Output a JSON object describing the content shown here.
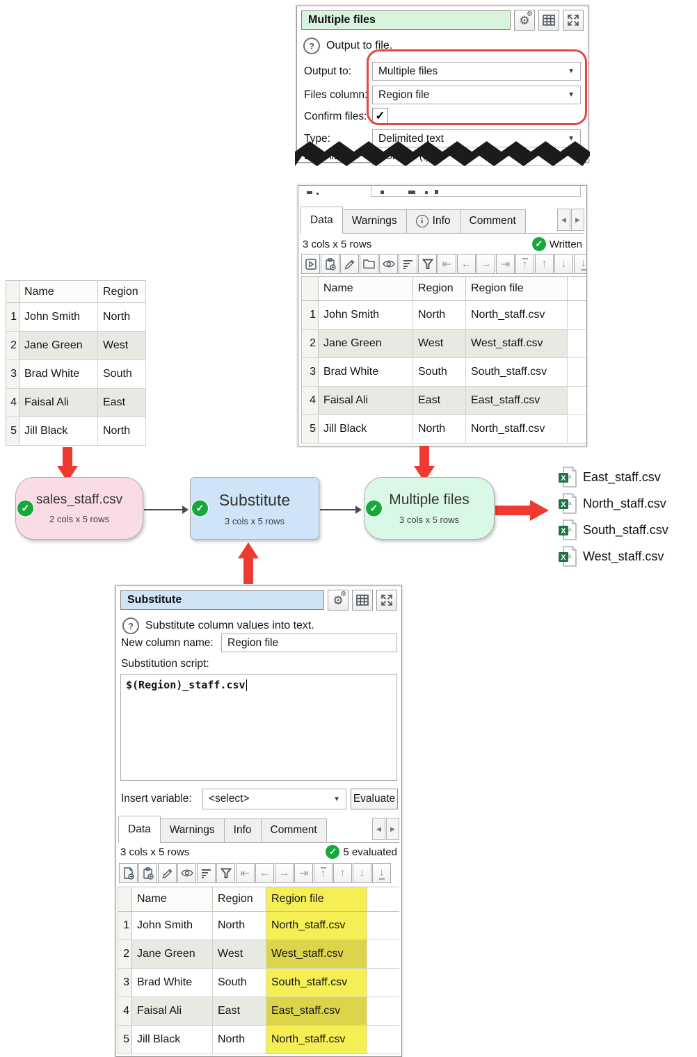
{
  "colors": {
    "accent_red": "#ee3a31",
    "check_green": "#17a83b",
    "highlight_yellow": "#f5ee54",
    "node_pink": "#fadce7",
    "node_blue": "#cfe4f8",
    "node_green": "#d9f8e6",
    "title_green": "#d9f3dc",
    "title_blue": "#cfe5f7"
  },
  "output_panel": {
    "title": "Multiple files",
    "help_text": "Output to file.",
    "titlebar_icons": [
      "settings-gears",
      "grid-view",
      "expand"
    ],
    "output_to_label": "Output to:",
    "output_to_value": "Multiple files",
    "files_column_label": "Files column:",
    "files_column_value": "Region file",
    "confirm_label": "Confirm files:",
    "type_label": "Type:",
    "type_value": "Delimited text",
    "delimiter_label": "Delimiter:",
    "delimiter_value": "Comma (,)"
  },
  "output_data_panel": {
    "tabs": [
      "Data",
      "Warnings",
      "Info",
      "Comment"
    ],
    "size_text": "3 cols x 5 rows",
    "status_text": "Written",
    "toolbar_icons": [
      "play",
      "paste",
      "edit",
      "folder",
      "eye",
      "sort",
      "filter",
      "first",
      "prev",
      "next",
      "last",
      "top",
      "up",
      "down",
      "bottom"
    ],
    "table": {
      "headers": [
        "Name",
        "Region",
        "Region file"
      ],
      "rows": [
        [
          "1",
          "John Smith",
          "North",
          "North_staff.csv"
        ],
        [
          "2",
          "Jane Green",
          "West",
          "West_staff.csv"
        ],
        [
          "3",
          "Brad White",
          "South",
          "South_staff.csv"
        ],
        [
          "4",
          "Faisal Ali",
          "East",
          "East_staff.csv"
        ],
        [
          "5",
          "Jill Black",
          "North",
          "North_staff.csv"
        ]
      ]
    }
  },
  "left_table": {
    "headers": [
      "Name",
      "Region"
    ],
    "rows": [
      [
        "1",
        "John Smith",
        "North"
      ],
      [
        "2",
        "Jane Green",
        "West"
      ],
      [
        "3",
        "Brad White",
        "South"
      ],
      [
        "4",
        "Faisal Ali",
        "East"
      ],
      [
        "5",
        "Jill Black",
        "North"
      ]
    ]
  },
  "flow": {
    "input_node": {
      "title": "sales_staff.csv",
      "subtitle": "2 cols x 5 rows"
    },
    "transform_node": {
      "title": "Substitute",
      "subtitle": "3 cols x 5 rows"
    },
    "output_node": {
      "title": "Multiple files",
      "subtitle": "3 cols x 5 rows"
    },
    "output_files": [
      "East_staff.csv",
      "North_staff.csv",
      "South_staff.csv",
      "West_staff.csv"
    ]
  },
  "substitute_panel": {
    "title": "Substitute",
    "help_text": "Substitute column values into text.",
    "titlebar_icons": [
      "settings-gears",
      "grid-view",
      "expand"
    ],
    "new_column_label": "New column name:",
    "new_column_value": "Region file",
    "script_label": "Substitution script:",
    "script_value": "$(Region)_staff.csv",
    "insert_variable_label": "Insert variable:",
    "insert_variable_value": "<select>",
    "evaluate_label": "Evaluate",
    "tabs": [
      "Data",
      "Warnings",
      "Info",
      "Comment"
    ],
    "size_text": "3 cols x 5 rows",
    "status_text": "5 evaluated",
    "toolbar_icons": [
      "new-file",
      "paste",
      "edit",
      "eye",
      "sort",
      "filter",
      "first",
      "prev",
      "next",
      "last",
      "top",
      "up",
      "down",
      "bottom"
    ],
    "table": {
      "headers": [
        "Name",
        "Region",
        "Region file"
      ],
      "rows": [
        [
          "1",
          "John Smith",
          "North",
          "North_staff.csv"
        ],
        [
          "2",
          "Jane Green",
          "West",
          "West_staff.csv"
        ],
        [
          "3",
          "Brad White",
          "South",
          "South_staff.csv"
        ],
        [
          "4",
          "Faisal Ali",
          "East",
          "East_staff.csv"
        ],
        [
          "5",
          "Jill Black",
          "North",
          "North_staff.csv"
        ]
      ]
    }
  }
}
